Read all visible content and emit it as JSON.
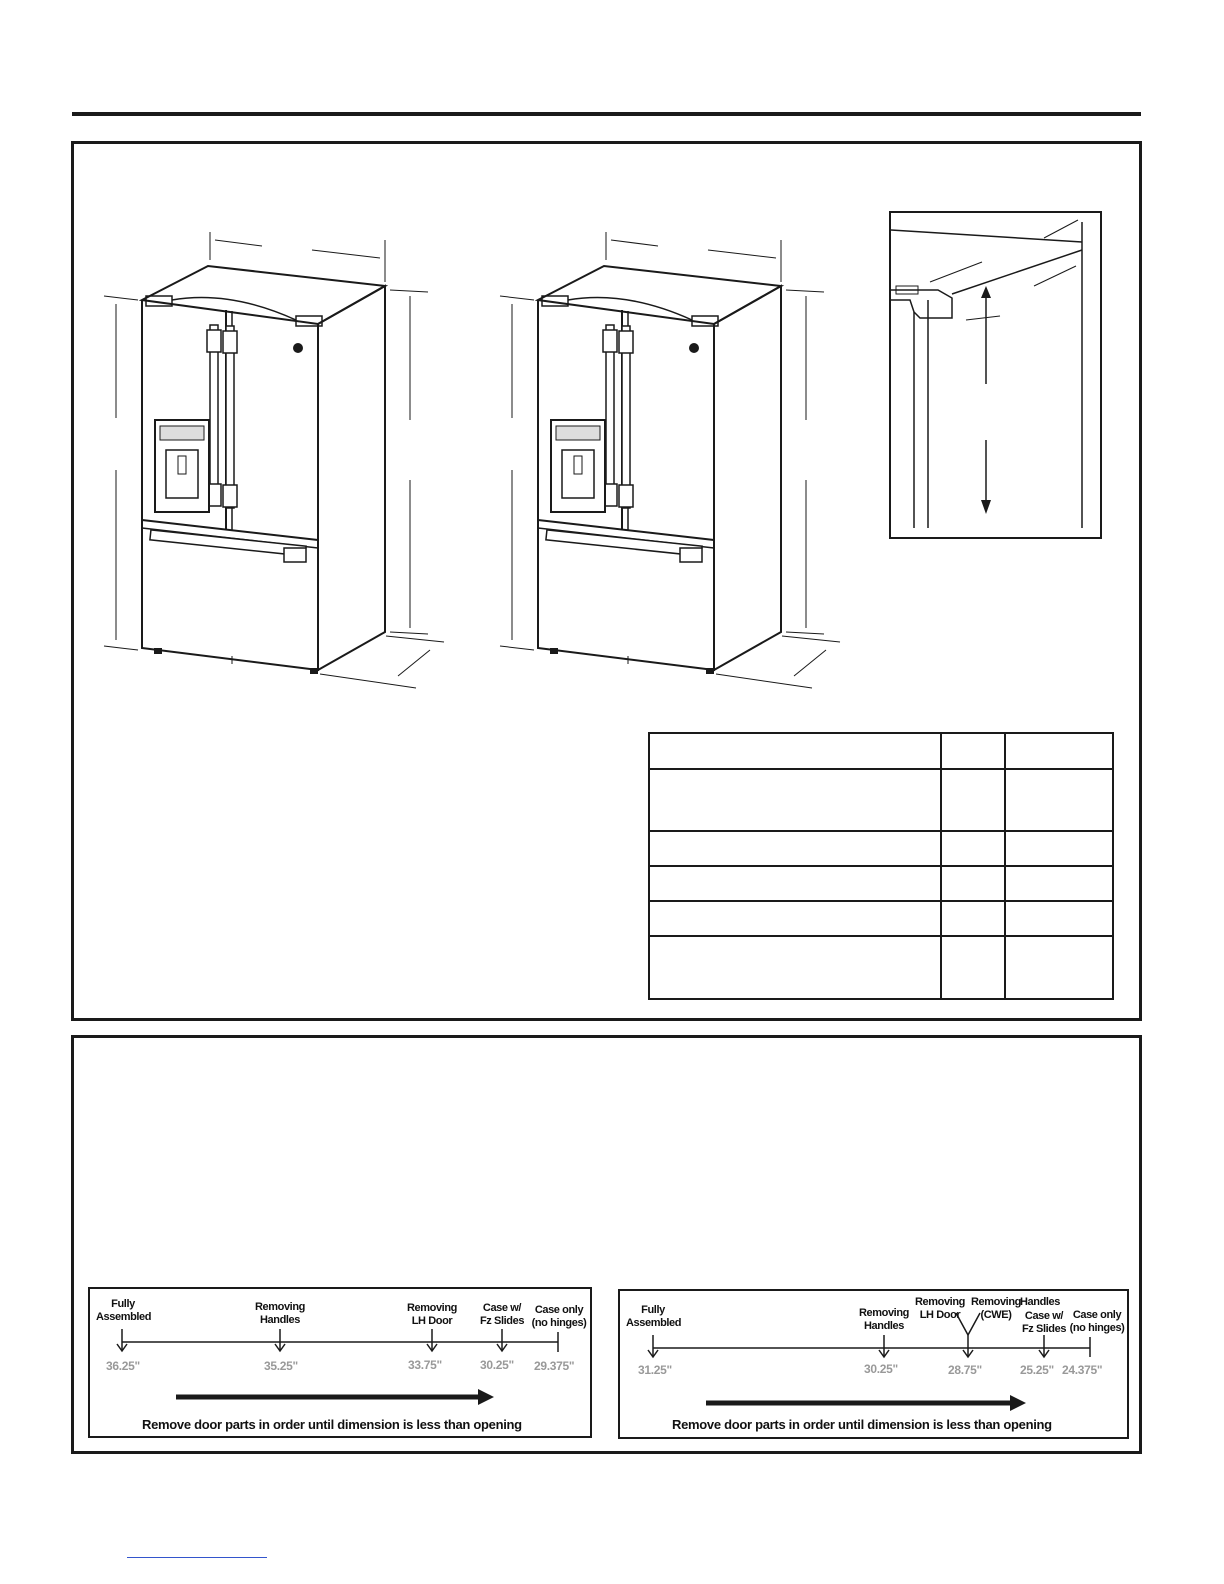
{
  "timeline_left": {
    "stops": [
      {
        "label": "Fully\nAssembled",
        "value": "36.25\""
      },
      {
        "label": "Removing\nHandles",
        "value": "35.25\""
      },
      {
        "label": "Removing\nLH Door",
        "value": "33.75\""
      },
      {
        "label": "Case w/\nFz Slides",
        "value": "30.25\""
      },
      {
        "label": "Case only\n(no hinges)",
        "value": "29.375\""
      }
    ],
    "caption": "Remove door parts in order until dimension is less than opening"
  },
  "timeline_right": {
    "stops": [
      {
        "label": "Fully\nAssembled",
        "value": "31.25\""
      },
      {
        "label": "Removing\nHandles",
        "value": "30.25\""
      },
      {
        "label_a": "Removing\nLH Door",
        "label_b": "Removing\n(CWE)",
        "value": "28.75\""
      },
      {
        "label_a": "Handles",
        "label_b": "Case w/\nFz Slides",
        "value": "25.25\""
      },
      {
        "label": "Case only\n(no hinges)",
        "value": "24.375\""
      }
    ],
    "caption": "Remove door parts in order until dimension is less than opening"
  }
}
